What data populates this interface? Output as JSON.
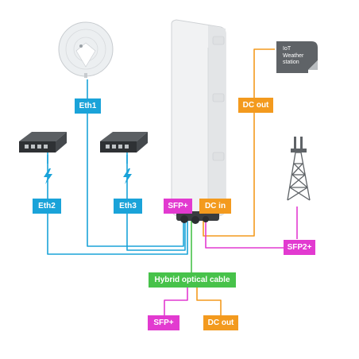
{
  "colors": {
    "blue": "#1aa3d9",
    "orange": "#f39a1e",
    "magenta": "#e23ad0",
    "green": "#47c24a"
  },
  "labels": {
    "eth1": "Eth1",
    "eth2": "Eth2",
    "eth3": "Eth3",
    "sfp_plus": "SFP+",
    "dc_in": "DC in",
    "dc_out": "DC out",
    "sfp2_plus": "SFP2+",
    "hybrid_cable": "Hybrid optical cable",
    "sfp_plus_bottom": "SFP+",
    "dc_out_bottom": "DC out"
  },
  "iot_station": {
    "line1": "IoT",
    "line2": "Weather",
    "line3": "station"
  },
  "icons": [
    "antenna-dish-icon",
    "switch-icon",
    "power-lightning-icon",
    "outdoor-router-icon",
    "iot-weather-station-icon",
    "cell-tower-icon"
  ]
}
